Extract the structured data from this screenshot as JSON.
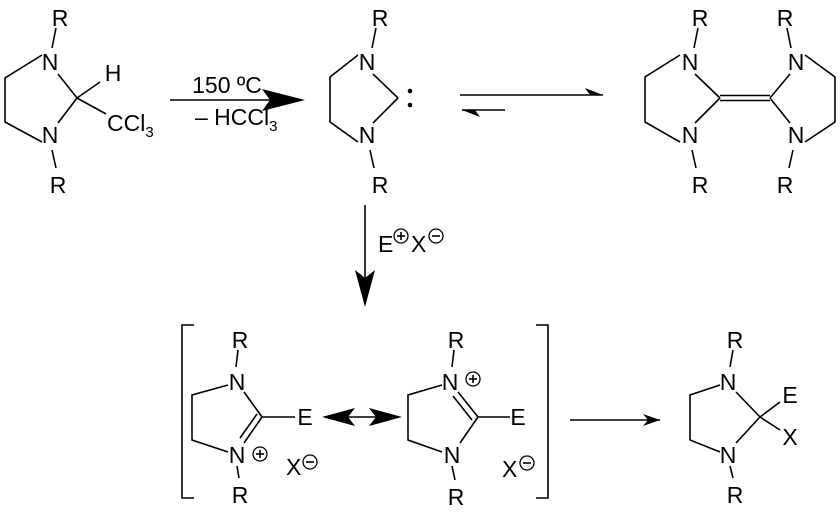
{
  "atoms": {
    "R": "R",
    "N": "N",
    "H": "H",
    "E": "E",
    "X": "X",
    "C": "C",
    "Cl": "Cl",
    "sub3": "3"
  },
  "reagent_top": {
    "line1": "150 ºC",
    "line2_prefix": "– HCCl",
    "line2_sub": "3"
  },
  "substituent": {
    "ccl": "CCl",
    "sub": "3"
  },
  "reagent_vertical": {
    "e": "E",
    "x": "X"
  },
  "charges": {
    "plus": "+",
    "minus": "−"
  }
}
